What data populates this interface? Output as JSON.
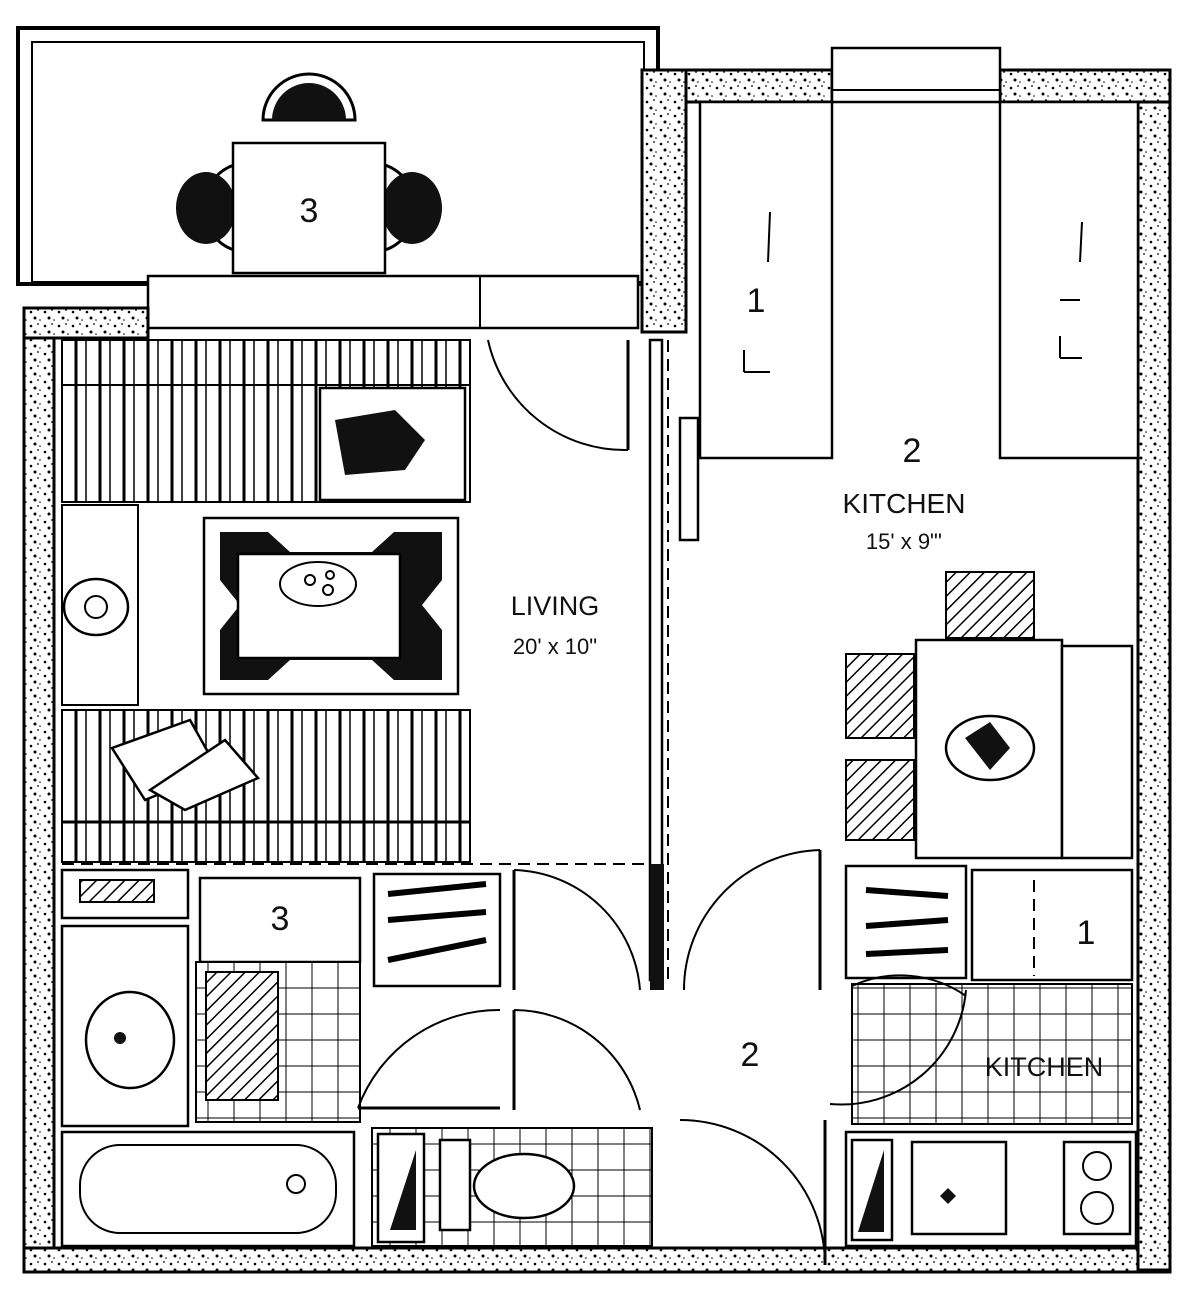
{
  "rooms": {
    "living": {
      "name": "LIVING",
      "size": "20' x 10\""
    },
    "kitchen_main": {
      "name": "KITCHEN",
      "size": "15' x 9\"'"
    },
    "kitchen_small": {
      "name": "KITCHEN"
    }
  },
  "markers": {
    "balcony_table": "3",
    "kitchen_left_panel": "1",
    "kitchen_center": "2",
    "laundry": "3",
    "counter": "1",
    "hall": "2"
  }
}
